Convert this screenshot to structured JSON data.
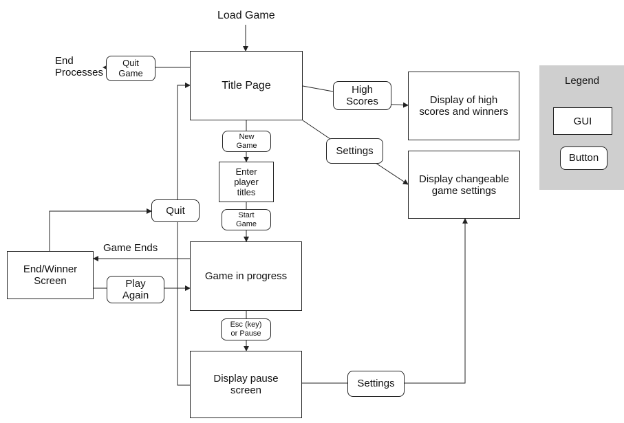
{
  "labels": {
    "load_game": "Load Game",
    "end_processes": "End\nProcesses",
    "game_ends": "Game Ends"
  },
  "gui": {
    "title_page": "Title Page",
    "high_scores_display": "Display of high\nscores and winners",
    "settings_display": "Display changeable\ngame settings",
    "enter_player_titles": "Enter\nplayer\ntitles",
    "game_in_progress": "Game in progress",
    "end_winner": "End/Winner\nScreen",
    "pause_screen": "Display pause\nscreen"
  },
  "buttons": {
    "quit_game": "Quit\nGame",
    "high_scores": "High\nScores",
    "settings_top": "Settings",
    "new_game": "New\nGame",
    "start_game": "Start\nGame",
    "quit": "Quit",
    "play_again": "Play\nAgain",
    "esc_pause": "Esc (key)\nor Pause",
    "settings_bottom": "Settings"
  },
  "legend": {
    "title": "Legend",
    "gui": "GUI",
    "button": "Button",
    "background": "#cfcfcf"
  }
}
